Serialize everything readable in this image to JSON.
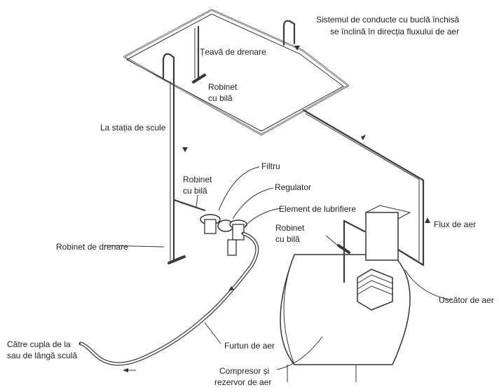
{
  "labels": {
    "loop_note_line1": "Sistemul de conducte cu buclă închisă",
    "loop_note_line2": "se înclină în direcția fluxului de aer",
    "drain_pipe": "Țeavă de drenare",
    "ball_valve_top_line1": "Robinet",
    "ball_valve_top_line2": "cu bilă",
    "to_tool_station": "La stația de scule",
    "filter": "Filtru",
    "ball_valve_mid_line1": "Robinet",
    "ball_valve_mid_line2": "cu bilă",
    "regulator": "Regulator",
    "lubricator": "Element de lubrifiere",
    "ball_valve_right_line1": "Robinet",
    "ball_valve_right_line2": "cu bilă",
    "air_flow": "Flux de aer",
    "drain_valve": "Robinet de drenare",
    "air_dryer": "Uscător de aer",
    "coupling_line1": "Către cupla de la",
    "coupling_line2": "sau de lângă sculă",
    "air_hose": "Furtun de aer",
    "compressor_line1": "Compresor și",
    "compressor_line2": "rezervor de aer"
  }
}
